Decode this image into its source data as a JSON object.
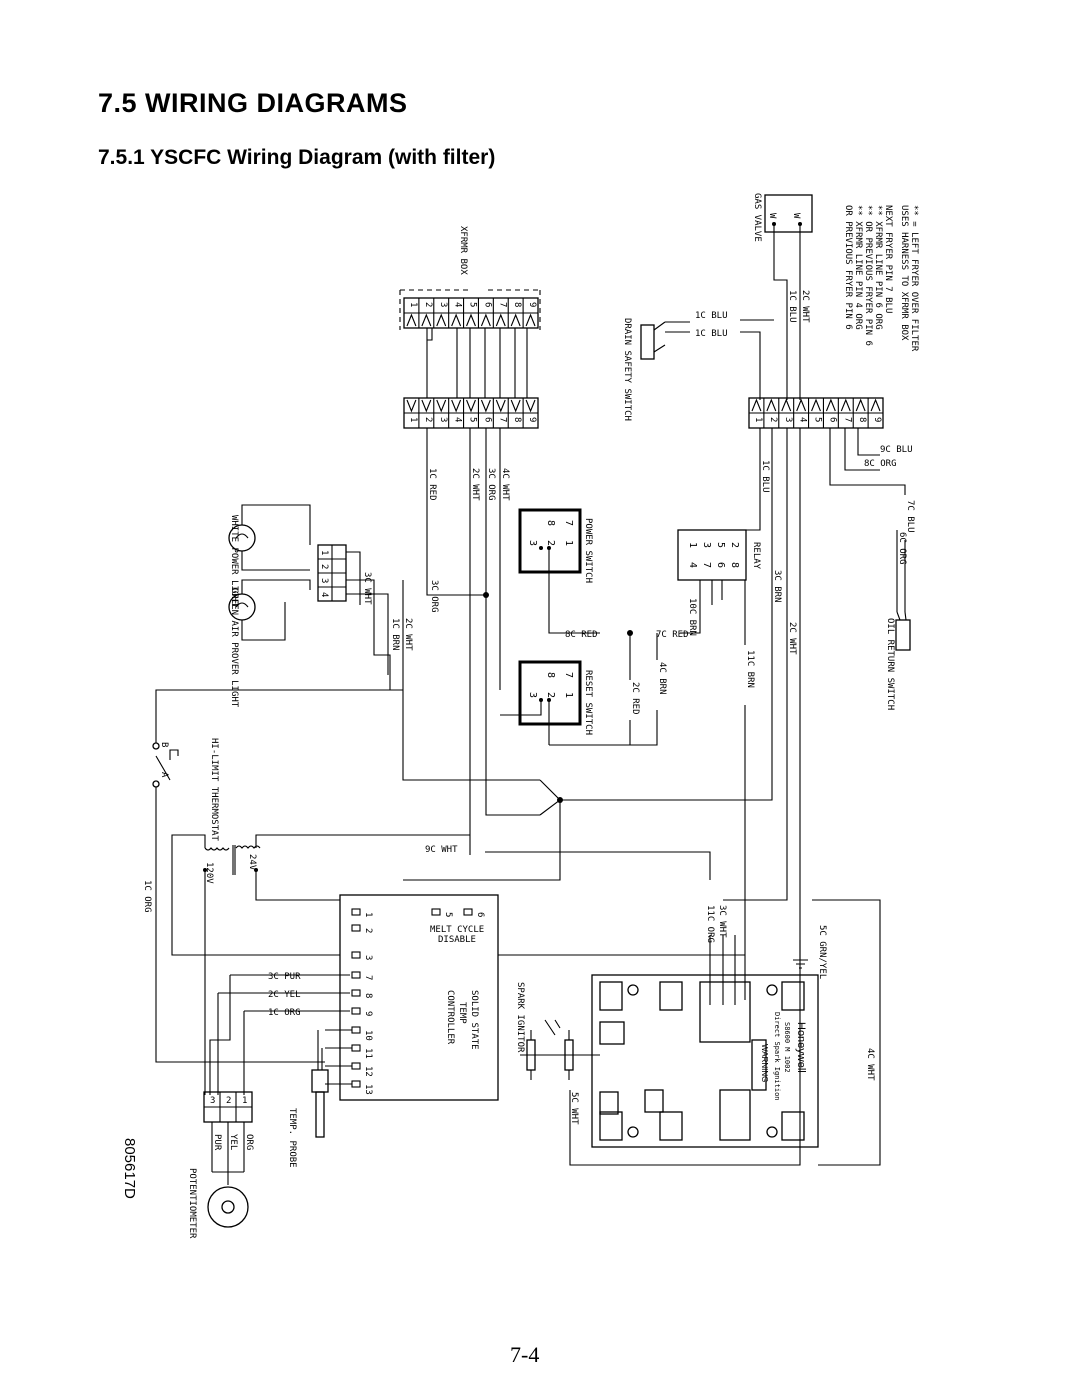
{
  "heading": "7.5 WIRING DIAGRAMS",
  "subheading": "7.5.1   YSCFC Wiring Diagram (with filter)",
  "page_number": "7-4",
  "diagram": {
    "drawing_number": "805617D",
    "note_lines": [
      "** = LEFT FRYER OVER FILTER",
      "USES HARNESS TO XFRMR BOX",
      "NEXT FRYER PIN 7 BLU",
      "** XFRMR LINE PIN 6 ORG",
      "** OR PREVIOUS FRYER PIN 6",
      "** XFRMR LINE PIN 4 ORG",
      "OR PREVIOUS FRYER PIN 6"
    ],
    "components": {
      "gas_valve": "GAS VALVE",
      "xfrmr_box": "XFRMR BOX",
      "drain_switch": "DRAIN SAFETY SWITCH",
      "power_switch": "POWER SWITCH",
      "reset_switch": "RESET SWITCH",
      "relay": "RELAY",
      "white_light": "WHITE POWER LIGHT",
      "green_light": "GREEN AIR PROVER LIGHT",
      "hi_limit": "HI-LIMIT THERMOSTAT",
      "oil_return": "OIL RETURN SWITCH",
      "controller_line1": "SOLID STATE",
      "controller_line2": "TEMP",
      "controller_line3": "CONTROLLER",
      "melt_cycle_line1": "MELT CYCLE",
      "melt_cycle_line2": "DISABLE",
      "temp_probe": "TEMP. PROBE",
      "potentiometer": "POTENTIOMETER",
      "spark_ignitor": "SPARK IGNITOR",
      "ignition_brand": "Honeywell",
      "ignition_model": "S8600 M 1002",
      "ignition_type": "Direct Spark Ignition",
      "warning": "WARNING",
      "ground": "5C GRN/YEL"
    },
    "wire_labels": {
      "c1blu_a": "1C BLU",
      "c1blu_b": "1C BLU",
      "c1blu_c": "1C BLU",
      "c2wht_top": "2C WHT",
      "c1red": "1C RED",
      "c2wht_a": "2C WHT",
      "c3org": "3C ORG",
      "c4wht": "4C WHT",
      "c9blu": "9C BLU",
      "c8org": "8C ORG",
      "c7blu": "7C BLU",
      "c6org": "6C ORG",
      "c3wht": "3C WHT",
      "c3org_b": "3C ORG",
      "c2wht_b": "2C WHT",
      "c1brn": "1C BRN",
      "c10brn": "10C BRN",
      "c3brn": "3C BRN",
      "c2wht_c": "2C WHT",
      "c11brn": "11C BRN",
      "c8red": "8C RED",
      "c7red": "7C RED",
      "c4brn": "4C BRN",
      "c2red": "2C RED",
      "c9wht": "9C WHT",
      "c11org": "11C ORG",
      "c1org": "1C ORG",
      "c3wht_b": "3C WHT",
      "c3pur": "3C PUR",
      "c2yel": "2C YEL",
      "c1org_b": "1C ORG",
      "c5wht": "5C WHT",
      "c4wht_b": "4C WHT",
      "pur": "PUR",
      "yel": "YEL",
      "org": "ORG",
      "v24": "24V",
      "v120": "120V",
      "a": "A",
      "b": "B"
    },
    "terminal_numbers": [
      "1",
      "2",
      "3",
      "4",
      "5",
      "6",
      "7",
      "8",
      "9"
    ],
    "controller_pins": [
      "1",
      "2",
      "3",
      "5",
      "6",
      "7",
      "8",
      "9",
      "10",
      "11",
      "12",
      "13"
    ]
  }
}
